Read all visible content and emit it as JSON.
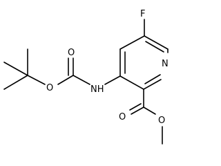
{
  "molecule": {
    "atoms": {
      "fluorine": "F",
      "ring_nitrogen": "N",
      "amine_nh": "NH",
      "carbamate_carbonyl_o": "O",
      "carbamate_ester_o": "O",
      "ester_carbonyl_o": "O",
      "ester_o": "O"
    },
    "colors": {
      "bond": "#000000",
      "text": "#000000",
      "background": "#ffffff"
    }
  }
}
